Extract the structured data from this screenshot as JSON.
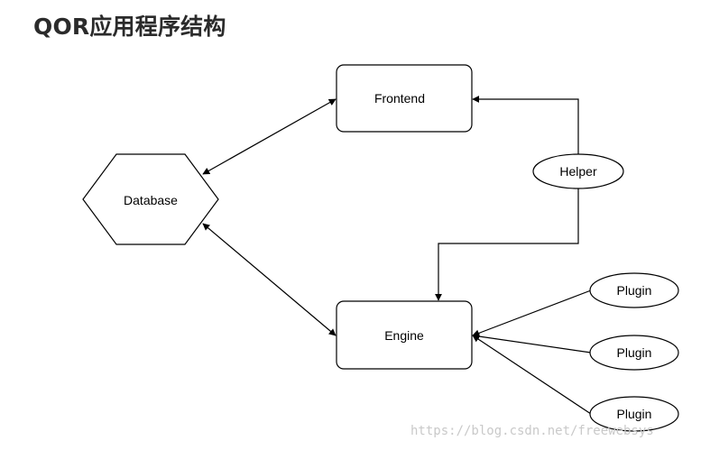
{
  "title": "QOR应用程序结构",
  "nodes": {
    "frontend": "Frontend",
    "database": "Database",
    "helper": "Helper",
    "engine": "Engine",
    "plugin1": "Plugin",
    "plugin2": "Plugin",
    "plugin3": "Plugin"
  },
  "watermark": "https://blog.csdn.net/freewebsys",
  "colors": {
    "stroke": "#000000",
    "background": "#ffffff",
    "title": "#2b2b2b",
    "watermark": "#c9c9c9"
  }
}
